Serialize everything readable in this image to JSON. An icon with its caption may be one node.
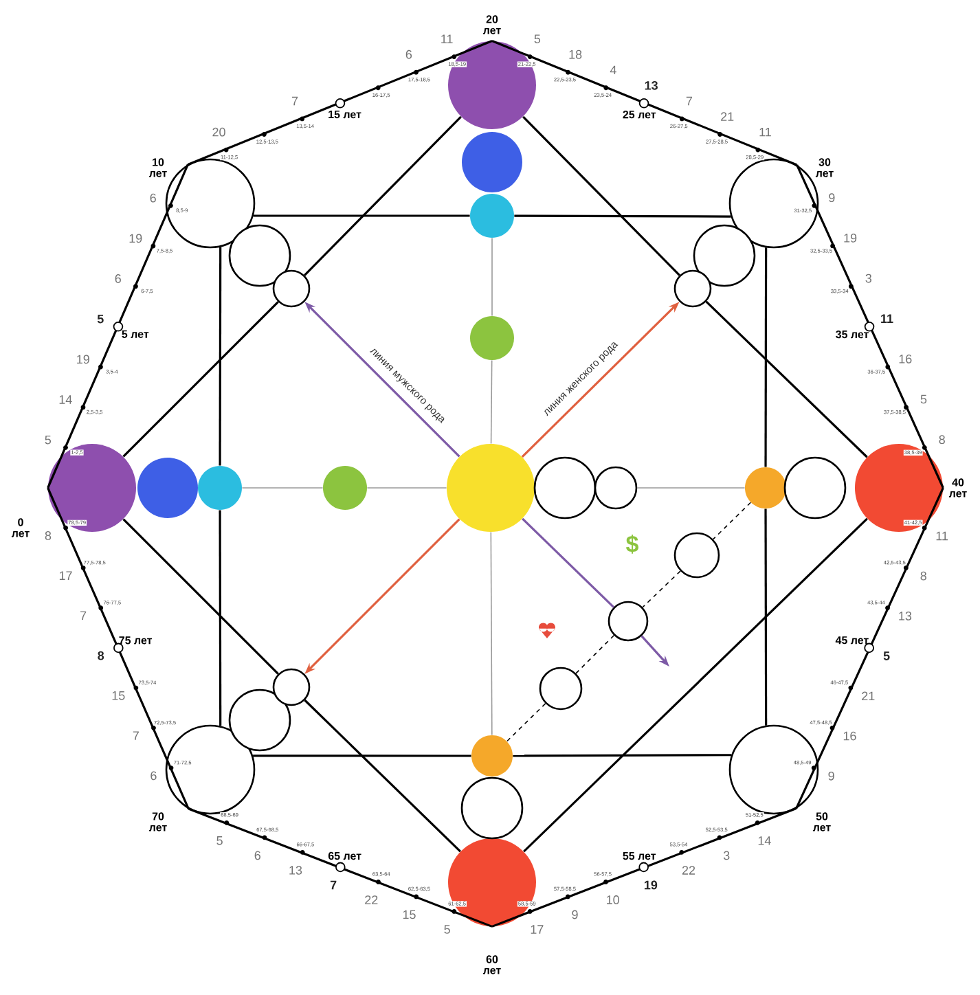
{
  "diagram": {
    "nodes": [
      {
        "text": [],
        "shape": "circle",
        "beside": [
          "0 лет"
        ]
      },
      {
        "text": [],
        "shape": "circle",
        "beside": [
          "10 лет"
        ]
      },
      {
        "text": [],
        "shape": "circle",
        "beside": [
          "20 лет"
        ]
      },
      {
        "text": [],
        "shape": "circle",
        "beside": [
          "30 лет"
        ]
      },
      {
        "text": [],
        "shape": "circle",
        "beside": [
          "40 лет"
        ]
      },
      {
        "text": [],
        "shape": "circle",
        "beside": [
          "50 лет"
        ]
      },
      {
        "text": [],
        "shape": "circle",
        "beside": [
          "60 лет"
        ]
      },
      {
        "text": [],
        "shape": "circle",
        "beside": [
          "70 лет"
        ]
      },
      {
        "text": [],
        "shape": "circle"
      },
      {
        "text": [],
        "shape": "circle"
      },
      {
        "text": [],
        "shape": "circle"
      },
      {
        "text": [],
        "shape": "circle"
      },
      {
        "text": [],
        "shape": "circle"
      },
      {
        "text": [],
        "shape": "circle"
      },
      {
        "text": [],
        "shape": "circle"
      },
      {
        "text": [],
        "shape": "circle"
      },
      {
        "text": [],
        "shape": "circle"
      },
      {
        "text": [],
        "shape": "circle"
      },
      {
        "text": [],
        "shape": "circle"
      },
      {
        "text": [],
        "shape": "circle"
      },
      {
        "text": [],
        "shape": "circle"
      },
      {
        "text": [],
        "shape": "circle"
      },
      {
        "text": [],
        "shape": "circle"
      },
      {
        "text": [],
        "shape": "circle"
      },
      {
        "text": [],
        "shape": "circle"
      },
      {
        "text": [],
        "shape": "circle"
      },
      {
        "text": [],
        "shape": "circle"
      },
      {
        "text": [],
        "shape": "circle"
      },
      {
        "text": [],
        "shape": "circle"
      },
      {
        "text": [],
        "shape": "circle"
      }
    ],
    "edges": [
      {
        "from": 0,
        "to": 1,
        "arrow": "none"
      },
      {
        "from": 1,
        "to": 2,
        "arrow": "none"
      },
      {
        "from": 2,
        "to": 3,
        "arrow": "none"
      },
      {
        "from": 3,
        "to": 4,
        "arrow": "none"
      },
      {
        "from": 4,
        "to": 5,
        "arrow": "none"
      },
      {
        "from": 5,
        "to": 6,
        "arrow": "none"
      },
      {
        "from": 6,
        "to": 7,
        "arrow": "none"
      },
      {
        "from": 7,
        "to": 0,
        "arrow": "none"
      },
      {
        "from": 0,
        "to": 22,
        "arrow": "none"
      },
      {
        "from": 22,
        "to": 2,
        "arrow": "none"
      },
      {
        "from": 2,
        "to": 24,
        "arrow": "none"
      },
      {
        "from": 24,
        "to": 4,
        "arrow": "none"
      },
      {
        "from": 4,
        "to": 6,
        "arrow": "none"
      },
      {
        "from": 6,
        "to": 26,
        "arrow": "none"
      },
      {
        "from": 26,
        "to": 0,
        "arrow": "none"
      },
      {
        "from": 1,
        "to": 12,
        "arrow": "none"
      },
      {
        "from": 12,
        "to": 3,
        "arrow": "none"
      },
      {
        "from": 3,
        "to": 17,
        "arrow": "none"
      },
      {
        "from": 17,
        "to": 5,
        "arrow": "none"
      },
      {
        "from": 5,
        "to": 19,
        "arrow": "none"
      },
      {
        "from": 19,
        "to": 7,
        "arrow": "none"
      },
      {
        "from": 7,
        "to": 9,
        "arrow": "none"
      },
      {
        "from": 9,
        "to": 1,
        "arrow": "none"
      },
      {
        "from": 14,
        "to": 22,
        "arrow": "to",
        "color": "#7d5aa6",
        "label": "линия мужского рода"
      },
      {
        "from": 14,
        "to": 24,
        "arrow": "to",
        "color": "#e0603f",
        "label": "линия женского рода"
      },
      {
        "from": 14,
        "to": 26,
        "arrow": "to",
        "color": "#e0603f"
      },
      {
        "from": 14,
        "to": 28,
        "arrow": "none",
        "color": "#7d5aa6"
      },
      {
        "from": 28,
        "to": null,
        "arrow": "to",
        "color": "#7d5aa6"
      },
      {
        "from": 9,
        "to": 10,
        "arrow": "none",
        "color": "#9a9a9a"
      },
      {
        "from": 10,
        "to": 14,
        "arrow": "none",
        "color": "#9a9a9a"
      },
      {
        "from": 16,
        "to": 17,
        "arrow": "none",
        "color": "#9a9a9a"
      },
      {
        "from": 12,
        "to": 13,
        "arrow": "none",
        "color": "#9a9a9a"
      },
      {
        "from": 13,
        "to": 14,
        "arrow": "none",
        "color": "#9a9a9a"
      },
      {
        "from": 14,
        "to": 19,
        "arrow": "none",
        "color": "#9a9a9a"
      },
      {
        "from": 17,
        "to": 27,
        "arrow": "none",
        "style": "dashed"
      },
      {
        "from": 27,
        "to": 28,
        "arrow": "none",
        "style": "dashed"
      },
      {
        "from": 28,
        "to": 29,
        "arrow": "none",
        "style": "dashed"
      },
      {
        "from": 29,
        "to": 19,
        "arrow": "none",
        "style": "dashed"
      }
    ],
    "labels": [
      "1-2,5",
      "2,5-3,5",
      "3,5-4",
      "5 лет",
      "6-7,5",
      "7,5-8,5",
      "8,5-9",
      "5",
      "14",
      "19",
      "5",
      "6",
      "19",
      "6",
      "11-12,5",
      "12,5-13,5",
      "13,5-14",
      "15 лет",
      "16-17,5",
      "17,5-18,5",
      "18,5-19",
      "20",
      "7",
      "6",
      "11",
      "21-22,5",
      "22,5-23,5",
      "23,5-24",
      "25 лет",
      "26-27,5",
      "27,5-28,5",
      "28,5-29",
      "5",
      "18",
      "4",
      "13",
      "7",
      "21",
      "11",
      "31-32,5",
      "32,5-33,5",
      "33,5-34",
      "35 лет",
      "36-37,5",
      "37,5-38,5",
      "38,5-39",
      "9",
      "19",
      "3",
      "11",
      "16",
      "5",
      "8",
      "41-42,5",
      "42,5-43,5",
      "43,5-44",
      "45 лет",
      "46-47,5",
      "47,5-48,5",
      "48,5-49",
      "11",
      "8",
      "13",
      "5",
      "21",
      "16",
      "9",
      "51-52,5",
      "52,5-53,5",
      "53,5-54",
      "55 лет",
      "56-57,5",
      "57,5-58,5",
      "58,5-59",
      "14",
      "3",
      "22",
      "19",
      "10",
      "9",
      "17",
      "61-62,5",
      "62,5-63,5",
      "63,5-64",
      "65 лет",
      "66-67,5",
      "67,5-68,5",
      "68,5-69",
      "5",
      "15",
      "22",
      "7",
      "13",
      "6",
      "5",
      "71-72,5",
      "72,5-73,5",
      "73,5-74",
      "75 лет",
      "76-77,5",
      "77,5-78,5",
      "78,5-79",
      "6",
      "7",
      "15",
      "8",
      "7",
      "17",
      "8",
      "$"
    ]
  }
}
